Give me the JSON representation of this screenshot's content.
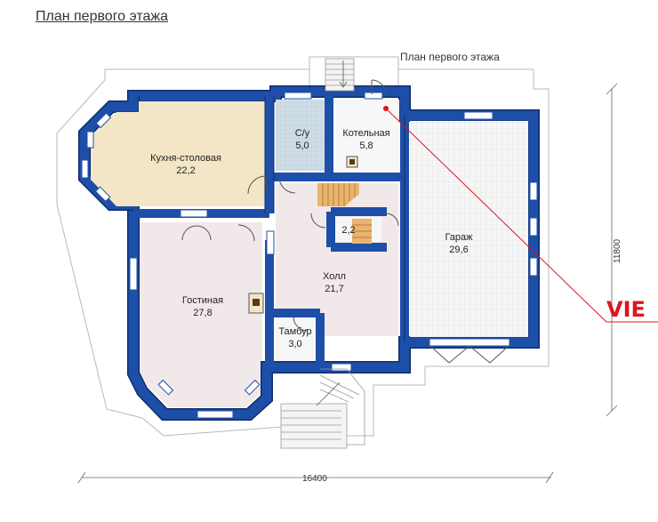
{
  "page_title": "План первого этажа",
  "plan_caption": "План первого этажа",
  "rooms": {
    "kitchen": {
      "name": "Кухня-столовая",
      "area": "22,2"
    },
    "wc": {
      "name": "С/у",
      "area": "5,0"
    },
    "boiler": {
      "name": "Котельная",
      "area": "5,8"
    },
    "garage": {
      "name": "Гараж",
      "area": "29,6"
    },
    "living": {
      "name": "Гостиная",
      "area": "27,8"
    },
    "hall": {
      "name": "Холл",
      "area": "21,7"
    },
    "storage": {
      "area": "2,2"
    },
    "vestibule": {
      "name": "Тамбур",
      "area": "3,0"
    }
  },
  "dimensions": {
    "width": "16400",
    "height": "11800"
  },
  "watermark": "VIE",
  "colors": {
    "wall": "#1e4fa8",
    "wall_edge": "#0d2d6e",
    "window": "#ffffff",
    "kitchen_fill": "#f3e6c6",
    "wc_fill": "#c9d8e2",
    "living_fill": "#f1e8ea",
    "tile_fill": "#f4f4f4",
    "stairs_fill": "#e9b46d",
    "accent_red": "#e0141b"
  }
}
